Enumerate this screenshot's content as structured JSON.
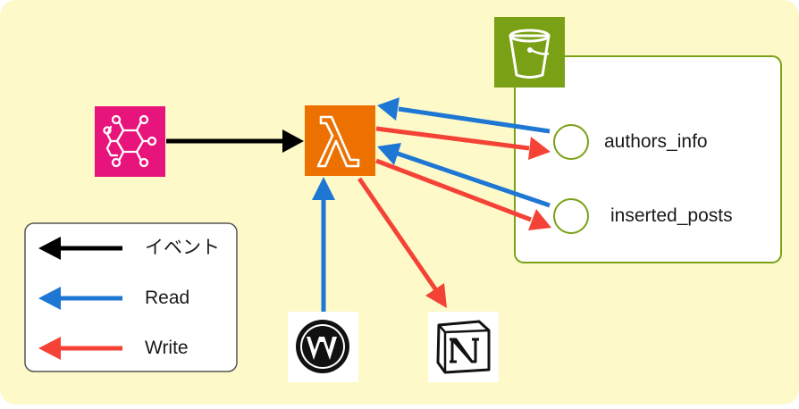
{
  "colors": {
    "background": "#fef9c9",
    "s3_green": "#7aa116",
    "lambda_orange": "#ed7100",
    "eventbridge_pink": "#e7157b",
    "event_arrow": "#000000",
    "read_arrow": "#1f77d4",
    "write_arrow": "#f44336"
  },
  "services": {
    "eventbridge": {
      "icon": "eventbridge-icon"
    },
    "lambda": {
      "icon": "lambda-icon"
    },
    "s3_bucket": {
      "icon": "s3-bucket-icon"
    },
    "wordpress": {
      "icon": "wordpress-icon"
    },
    "notion": {
      "icon": "notion-icon"
    }
  },
  "objects": [
    {
      "name": "authors_info"
    },
    {
      "name": "inserted_posts"
    }
  ],
  "legend": {
    "event_label": "イベント",
    "read_label": "Read",
    "write_label": "Write"
  }
}
